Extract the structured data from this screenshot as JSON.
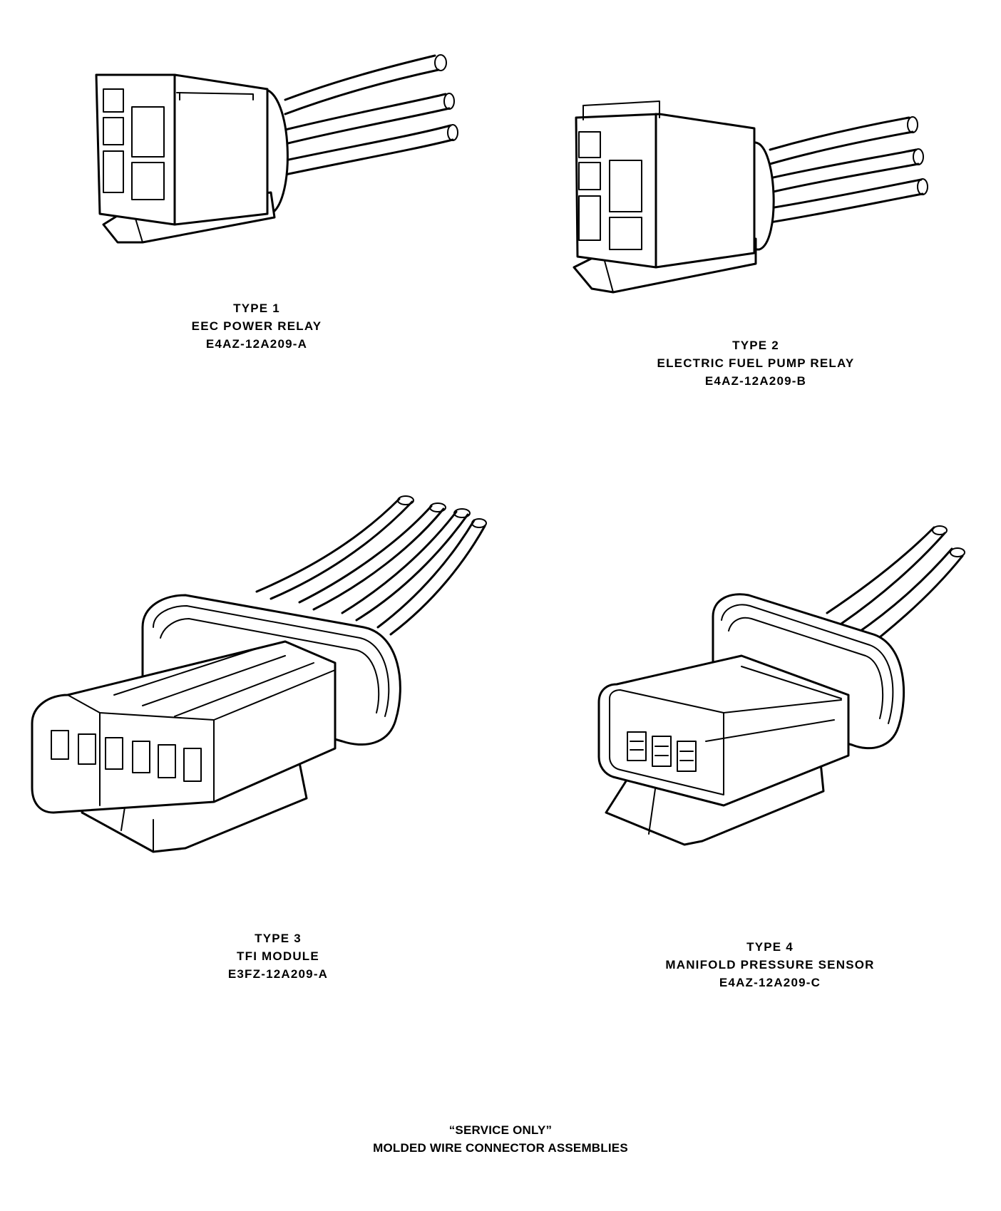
{
  "connectors": [
    {
      "type_label": "TYPE 1",
      "name": "EEC POWER RELAY",
      "part_number": "E4AZ-12A209-A"
    },
    {
      "type_label": "TYPE 2",
      "name": "ELECTRIC FUEL PUMP RELAY",
      "part_number": "E4AZ-12A209-B"
    },
    {
      "type_label": "TYPE 3",
      "name": "TFI MODULE",
      "part_number": "E3FZ-12A209-A"
    },
    {
      "type_label": "TYPE 4",
      "name": "MANIFOLD PRESSURE SENSOR",
      "part_number": "E4AZ-12A209-C"
    }
  ],
  "footer": {
    "line1": "“SERVICE ONLY”",
    "line2": "MOLDED WIRE CONNECTOR ASSEMBLIES"
  }
}
